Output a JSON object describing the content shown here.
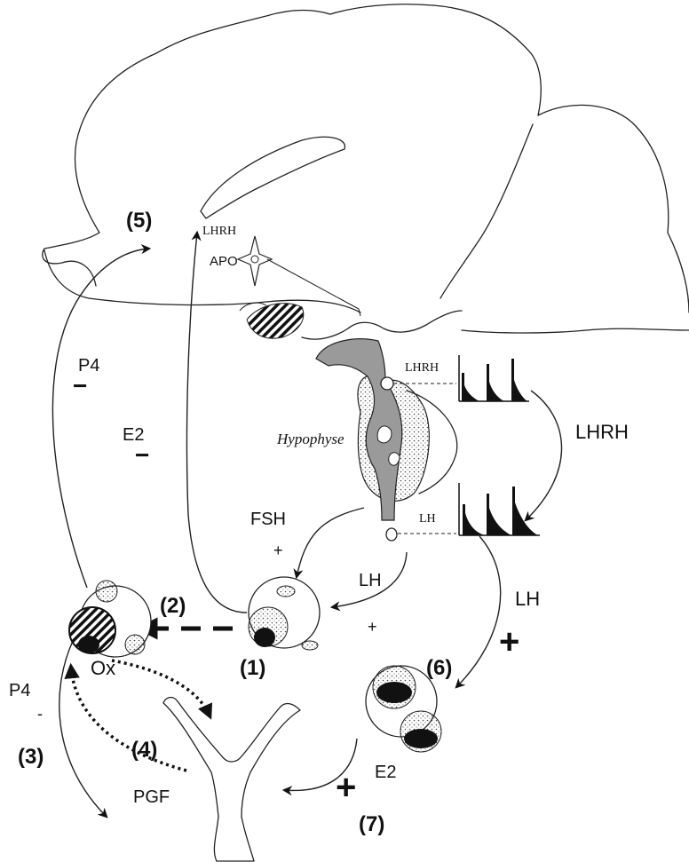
{
  "labels": {
    "step5": "(5)",
    "step2": "(2)",
    "step1": "(1)",
    "step6": "(6)",
    "step3": "(3)",
    "step4": "(4)",
    "step7": "(7)",
    "lhrh_top": "LHRH",
    "apo": "APO",
    "lhrh_pulse": "LHRH",
    "lhrh_right": "LHRH",
    "hypophyse": "Hypophyse",
    "lh_pulse": "LH",
    "fsh": "FSH",
    "lh_mid": "LH",
    "lh_right": "LH",
    "p4_top": "P4",
    "p4_left": "P4",
    "e2_left": "E2",
    "e2_bottom": "E2",
    "ox": "Ox",
    "pgf": "PGF",
    "minus_p4_top": "−",
    "minus_e2": "−",
    "minus_p4_left": "-",
    "plus_fsh": "+",
    "plus_lh_mid": "+",
    "plus_lh_right": "+",
    "plus_e2": "+"
  }
}
